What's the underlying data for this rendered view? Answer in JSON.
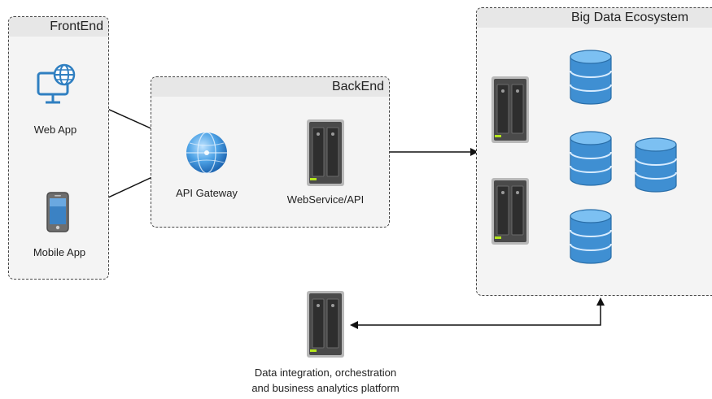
{
  "groups": {
    "frontend": "FrontEnd",
    "backend": "BackEnd",
    "bigdata": "Big Data Ecosystem"
  },
  "nodes": {
    "web_app": "Web App",
    "mobile_app": "Mobile App",
    "api_gateway": "API Gateway",
    "webservice": "WebService/API",
    "analytics_line1": "Data integration, orchestration",
    "analytics_line2": "and business analytics platform"
  },
  "icons": {
    "web_app": "monitor-globe-icon",
    "mobile_app": "smartphone-icon",
    "api_gateway": "globe-icon",
    "server": "server-icon",
    "database": "database-icon"
  },
  "colors": {
    "accent_blue": "#2f7fc1",
    "db_blue": "#5aa9e0",
    "server_dark": "#3c3c3c"
  }
}
